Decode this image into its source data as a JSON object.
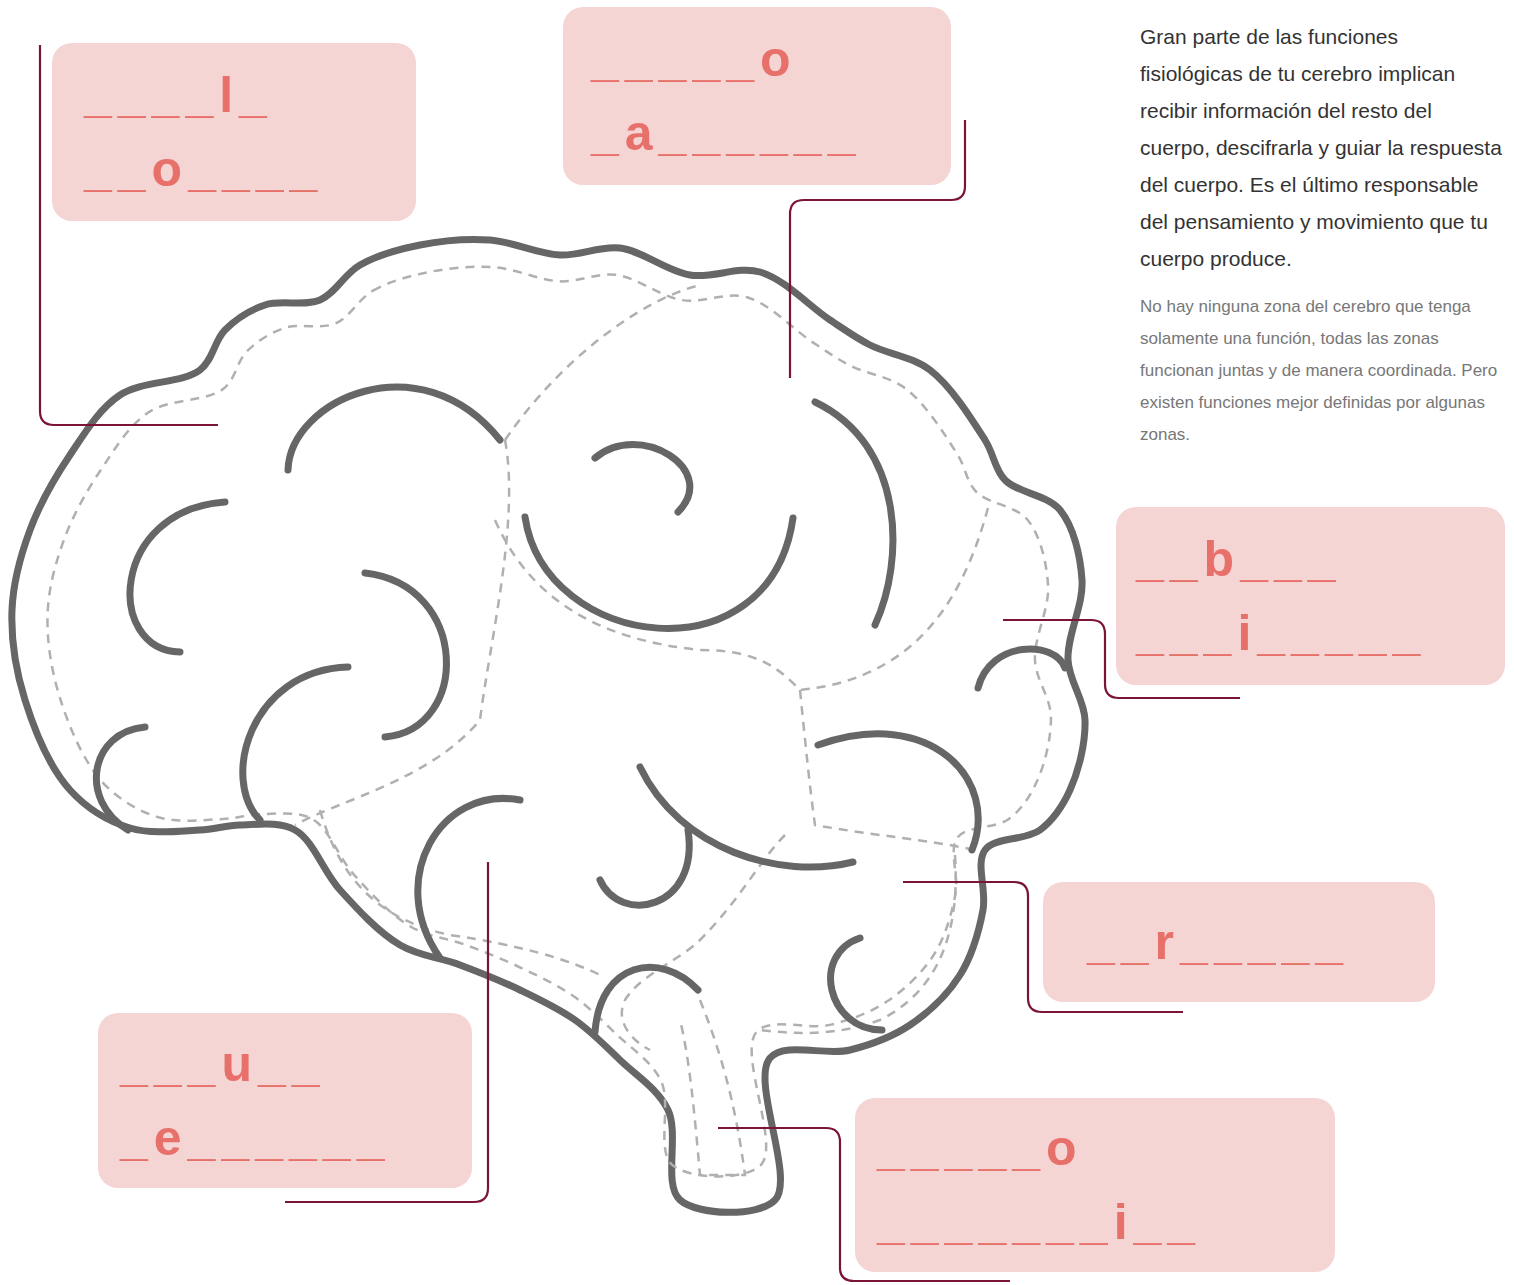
{
  "diagram": {
    "nodes": [
      {
        "text": [
          "____l_ __o____"
        ]
      },
      {
        "text": [
          "_____o _a______"
        ]
      },
      {
        "text": [
          "__b___ ___i_____"
        ]
      },
      {
        "text": [
          "__r_____"
        ]
      },
      {
        "text": [
          "___u__ _e______"
        ]
      },
      {
        "text": [
          "_____o _______i__"
        ]
      }
    ],
    "labels": [
      "Gran parte de las funciones fisiológicas de tu cerebro implican recibir información del resto del cuerpo, descifrarla y guiar la respuesta del cuerpo. Es el último responsable del pensamiento y movimiento que tu cuerpo produce.",
      "No hay ninguna zona del cerebro que tenga solamente una función, todas las zonas funcionan juntas y de manera coordinada. Pero existen funciones mejor definidas por algunas zonas."
    ]
  }
}
